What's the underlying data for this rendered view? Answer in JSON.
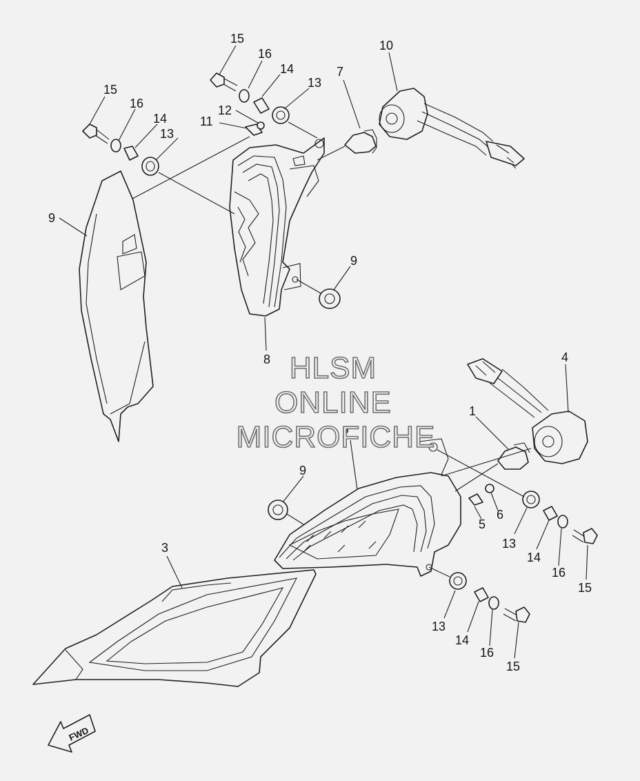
{
  "watermark": {
    "lines": [
      "HLSM",
      "ONLINE",
      "MICROFICHE"
    ]
  },
  "direction_badge": {
    "text": "FWD"
  },
  "colors": {
    "background": "#f2f2f2",
    "line": "#1e1e1e",
    "watermark_outline": "#6e6e6e"
  },
  "callouts": [
    {
      "id": "c1",
      "label": "1"
    },
    {
      "id": "c2",
      "label": "2"
    },
    {
      "id": "c3",
      "label": "3"
    },
    {
      "id": "c4",
      "label": "4"
    },
    {
      "id": "c5",
      "label": "5"
    },
    {
      "id": "c6",
      "label": "6"
    },
    {
      "id": "c7",
      "label": "7"
    },
    {
      "id": "c8",
      "label": "8"
    },
    {
      "id": "c9a",
      "label": "9"
    },
    {
      "id": "c9b",
      "label": "9"
    },
    {
      "id": "c9c",
      "label": "9"
    },
    {
      "id": "c10",
      "label": "10"
    },
    {
      "id": "c11",
      "label": "11"
    },
    {
      "id": "c12",
      "label": "12"
    },
    {
      "id": "c13a",
      "label": "13"
    },
    {
      "id": "c13b",
      "label": "13"
    },
    {
      "id": "c13c",
      "label": "13"
    },
    {
      "id": "c13d",
      "label": "13"
    },
    {
      "id": "c14a",
      "label": "14"
    },
    {
      "id": "c14b",
      "label": "14"
    },
    {
      "id": "c14c",
      "label": "14"
    },
    {
      "id": "c14d",
      "label": "14"
    },
    {
      "id": "c15a",
      "label": "15"
    },
    {
      "id": "c15b",
      "label": "15"
    },
    {
      "id": "c15c",
      "label": "15"
    },
    {
      "id": "c15d",
      "label": "15"
    },
    {
      "id": "c16a",
      "label": "16"
    },
    {
      "id": "c16b",
      "label": "16"
    },
    {
      "id": "c16c",
      "label": "16"
    },
    {
      "id": "c16d",
      "label": "16"
    }
  ]
}
